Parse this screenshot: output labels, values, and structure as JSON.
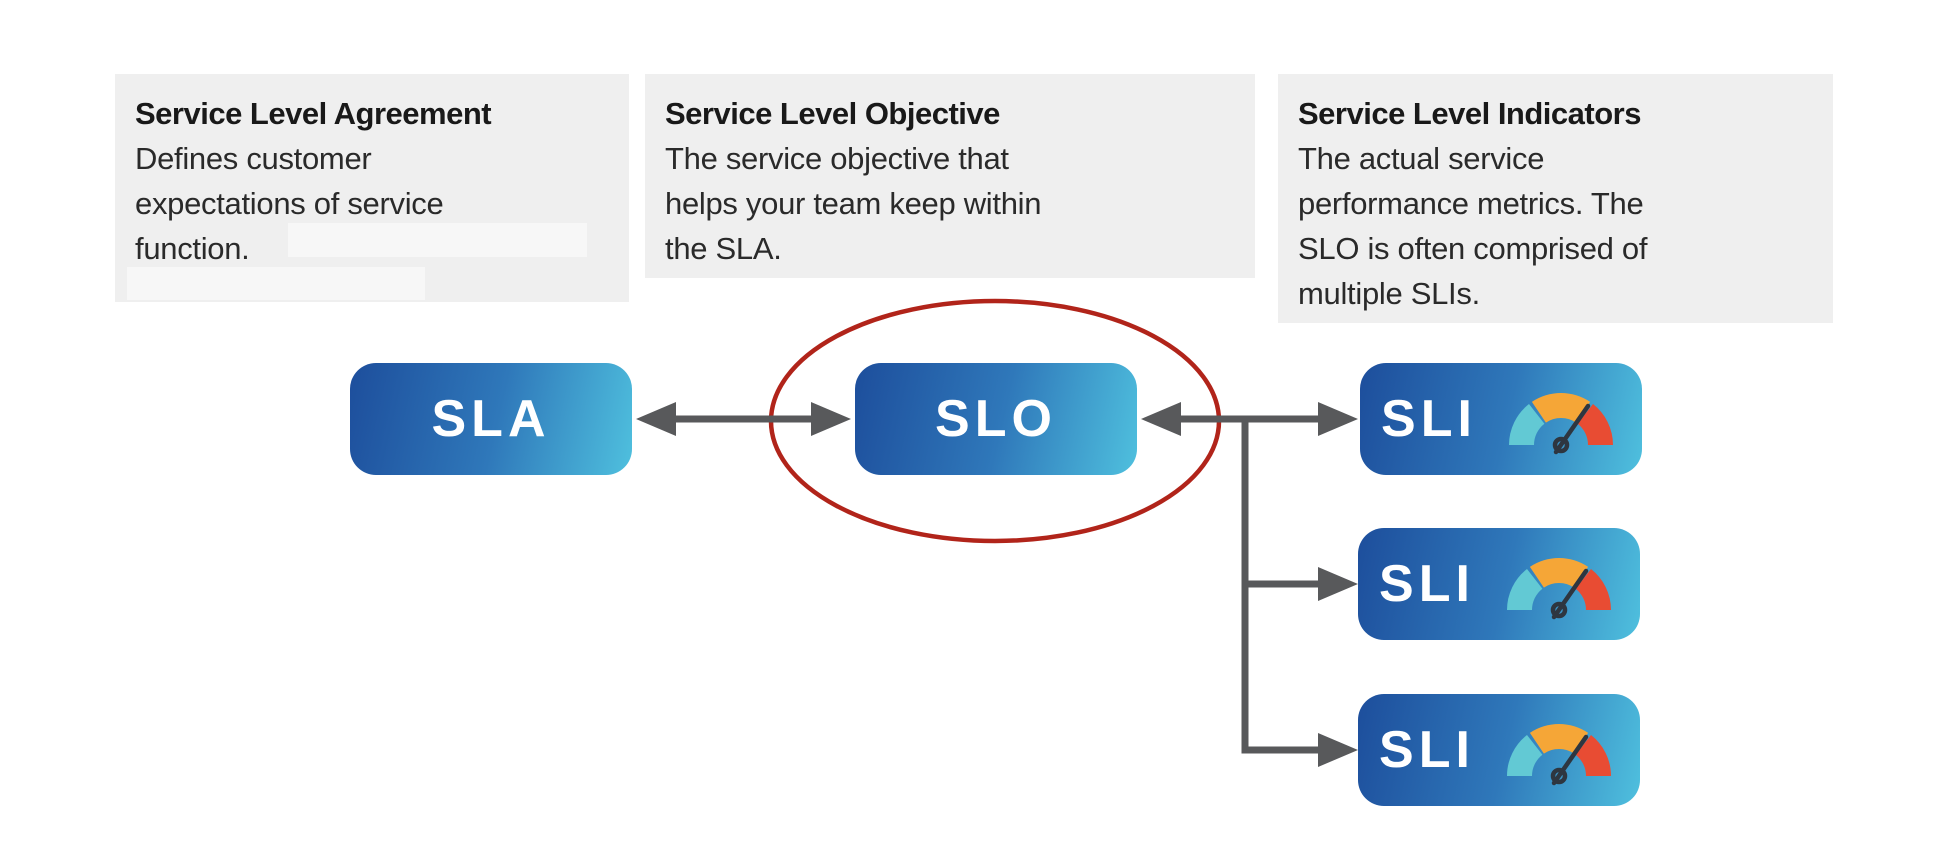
{
  "diagram": {
    "cards": [
      {
        "title": "Service Level Agreement",
        "lines": [
          "Defines customer",
          "expectations of service",
          "function."
        ]
      },
      {
        "title": "Service Level Objective",
        "lines": [
          "The service objective that",
          "helps your team keep within",
          "the SLA."
        ]
      },
      {
        "title": "Service Level Indicators",
        "lines": [
          "The actual service",
          "performance metrics. The",
          "SLO is often comprised of",
          "multiple SLIs."
        ]
      }
    ],
    "nodes": {
      "sla": {
        "label": "SLA"
      },
      "slo": {
        "label": "SLO",
        "highlighted": true
      },
      "sli": [
        {
          "label": "SLI",
          "icon": "gauge-icon"
        },
        {
          "label": "SLI",
          "icon": "gauge-icon"
        },
        {
          "label": "SLI",
          "icon": "gauge-icon"
        }
      ]
    },
    "colors": {
      "node_gradient_start": "#1d4e9c",
      "node_gradient_end": "#4fc0de",
      "node_text": "#ffffff",
      "connector": "#58595b",
      "highlight_ellipse": "#b1241a",
      "card_background": "#efefef",
      "gauge_teal": "#62c9d4",
      "gauge_orange": "#f5a637",
      "gauge_red": "#e84c33",
      "gauge_needle": "#2e3640"
    }
  }
}
